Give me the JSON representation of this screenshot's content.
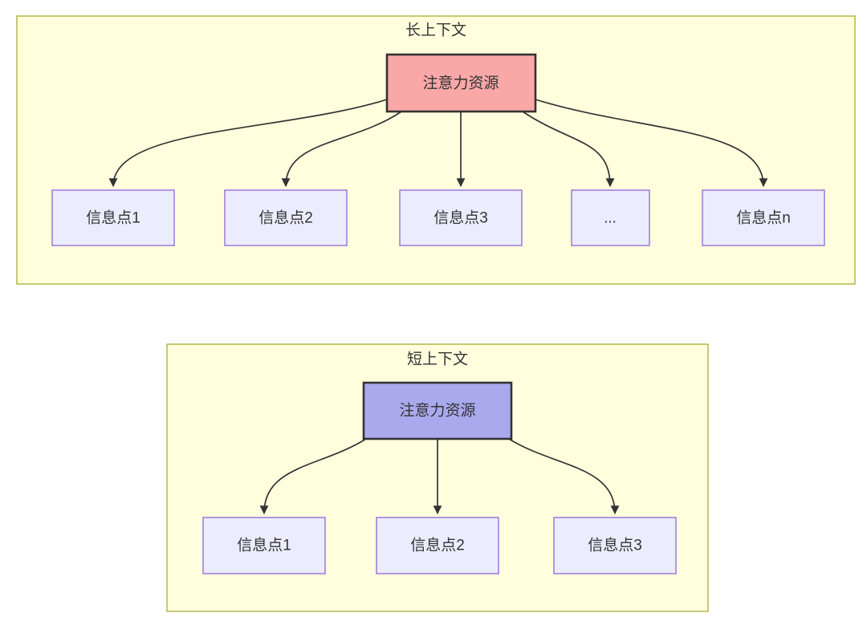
{
  "colors": {
    "cluster_fill": "#ffffde",
    "cluster_border": "#aaaa33",
    "attention_long_fill": "#f9a7a7",
    "attention_short_fill": "#a9a9ee",
    "attention_border": "#333333",
    "info_fill": "#ececff",
    "info_border": "#9370db",
    "arrow": "#333333",
    "text": "#333333"
  },
  "diagrams": {
    "long_context": {
      "title": "长上下文",
      "attention_label": "注意力资源",
      "info_points": [
        "信息点1",
        "信息点2",
        "信息点3",
        "...",
        "信息点n"
      ]
    },
    "short_context": {
      "title": "短上下文",
      "attention_label": "注意力资源",
      "info_points": [
        "信息点1",
        "信息点2",
        "信息点3"
      ]
    }
  }
}
